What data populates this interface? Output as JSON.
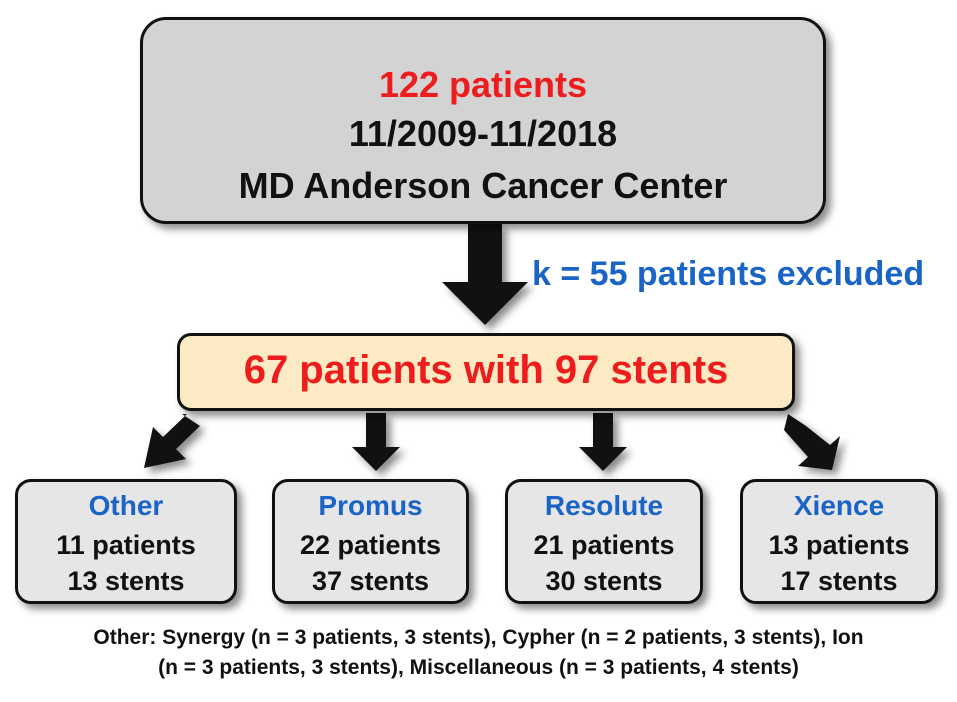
{
  "source": {
    "patients": "122 patients",
    "period": "11/2009-11/2018",
    "center": "MD Anderson Cancer Center"
  },
  "exclusion": "k = 55 patients excluded",
  "cohort": "67 patients with 97 stents",
  "groups": [
    {
      "name": "Other",
      "patients": "11 patients",
      "stents": "13 stents"
    },
    {
      "name": "Promus",
      "patients": "22 patients",
      "stents": "37 stents"
    },
    {
      "name": "Resolute",
      "patients": "21 patients",
      "stents": "30 stents"
    },
    {
      "name": "Xience",
      "patients": "13 patients",
      "stents": "17 stents"
    }
  ],
  "footnote": {
    "line1": "Other: Synergy (n = 3 patients, 3 stents), Cypher (n = 2 patients, 3 stents), Ion",
    "line2": "(n = 3 patients, 3 stents), Miscellaneous (n = 3 patients, 4 stents)"
  },
  "colors": {
    "highlight_red": "#ee1c1c",
    "label_blue": "#1a64c8",
    "top_box_fill": "#d3d3d3",
    "cohort_box_fill": "#fbeac4",
    "group_box_fill": "#e6e6e6"
  }
}
